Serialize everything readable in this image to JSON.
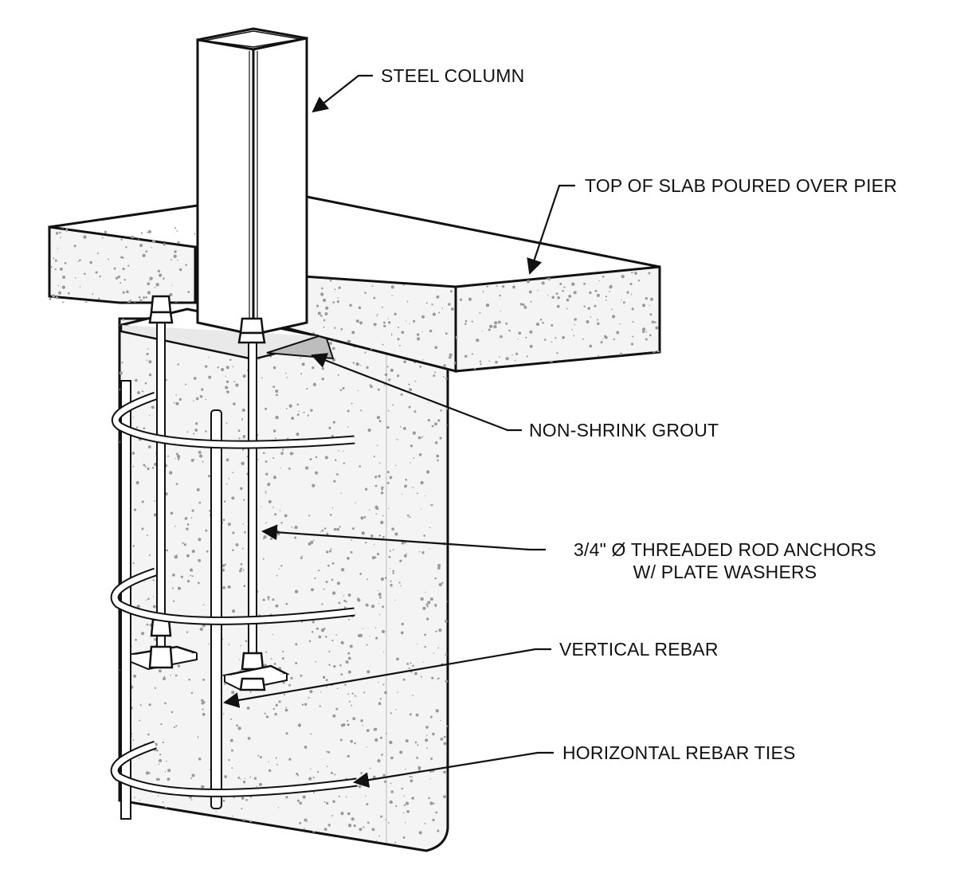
{
  "callouts": {
    "steel_column": "STEEL COLUMN",
    "top_of_slab": "TOP OF SLAB POURED OVER PIER",
    "grout": "NON-SHRINK GROUT",
    "anchors_line1": "3/4\" Ø THREADED ROD ANCHORS",
    "anchors_line2": "W/ PLATE WASHERS",
    "vertical_rebar": "VERTICAL REBAR",
    "horizontal_ties": "HORIZONTAL REBAR TIES"
  },
  "colors": {
    "ink": "#111111",
    "concrete_fill": "#f4f4f4",
    "speckle": "#9a9a9a",
    "grout_fill": "#bdbdbd",
    "steel_fill": "#ffffff"
  }
}
